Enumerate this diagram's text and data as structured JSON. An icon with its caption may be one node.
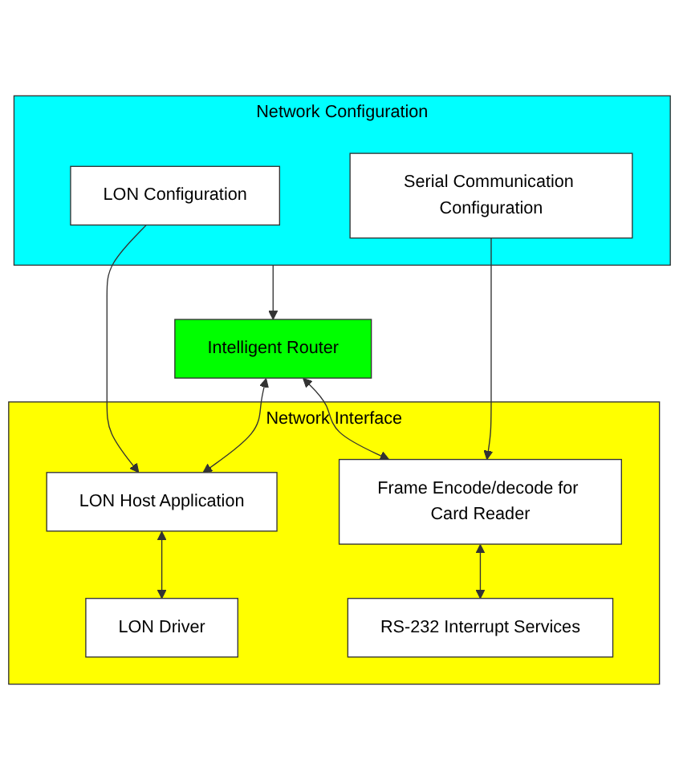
{
  "diagram": {
    "nodes": [
      {
        "text": [
          "Network Configuration"
        ]
      },
      {
        "text": [
          "LON Configuration"
        ],
        "in": 0
      },
      {
        "text": [
          "Serial Communication Configuration"
        ],
        "in": 0
      },
      {
        "text": [
          "Intelligent Router"
        ]
      },
      {
        "text": [
          "Network Interface"
        ]
      },
      {
        "text": [
          "LON Host Application"
        ],
        "in": 4
      },
      {
        "text": [
          "Frame Encode/decode for Card Reader"
        ],
        "in": 4
      },
      {
        "text": [
          "LON Driver"
        ],
        "in": 4
      },
      {
        "text": [
          "RS-232 Interrupt Services"
        ],
        "in": 4
      }
    ],
    "edges": [
      {
        "from": 0,
        "to": 3,
        "arrow": "to"
      },
      {
        "from": 1,
        "to": 5,
        "arrow": "to"
      },
      {
        "from": 2,
        "to": 6,
        "arrow": "to"
      },
      {
        "from": 3,
        "to": 5,
        "arrow": "both"
      },
      {
        "from": 3,
        "to": 6,
        "arrow": "both"
      },
      {
        "from": 5,
        "to": 7,
        "arrow": "both"
      },
      {
        "from": 6,
        "to": 8,
        "arrow": "both"
      }
    ]
  }
}
